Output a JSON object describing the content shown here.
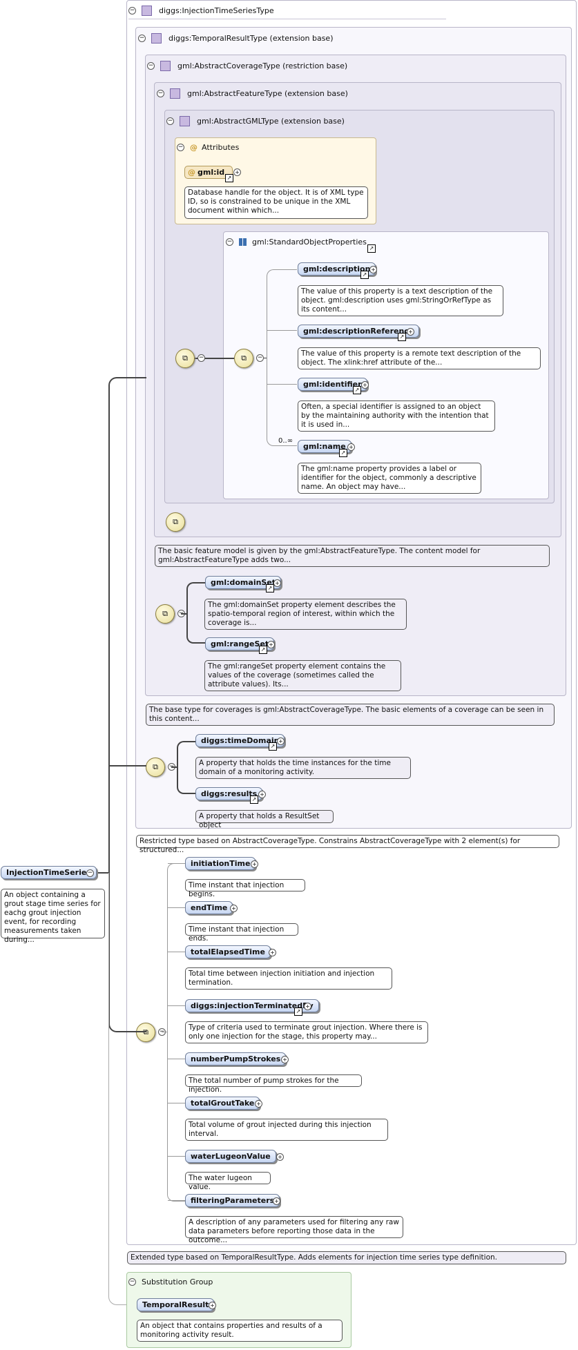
{
  "root": {
    "title": "diggs:InjectionTimeSeriesType",
    "element": "InjectionTimeSeries",
    "element_doc": "An object containing a grout stage time series for eachg grout injection event, for recording measurements taken during...",
    "footer": "Extended type based on TemporalResultType. Adds elements for injection time series type definition."
  },
  "temporal": {
    "title": "diggs:TemporalResultType (extension base)",
    "footer": "Restricted type based on AbstractCoverageType. Constrains AbstractCoverageType with 2 element(s) for structured...",
    "elements": [
      {
        "name": "diggs:timeDomain",
        "doc": "A property that holds the time instances for the time domain of a monitoring activity."
      },
      {
        "name": "diggs:results",
        "doc": "A property that holds a ResultSet object"
      }
    ]
  },
  "coverage": {
    "title": "gml:AbstractCoverageType (restriction base)",
    "footer": "The base type for coverages is gml:AbstractCoverageType. The basic elements of a coverage can be seen in this content...",
    "elements": [
      {
        "name": "gml:domainSet",
        "doc": "The gml:domainSet property element describes the spatio-temporal region of interest, within which the coverage is..."
      },
      {
        "name": "gml:rangeSet",
        "doc": "The gml:rangeSet property element contains the values of the coverage (sometimes called the attribute values). Its..."
      }
    ]
  },
  "feature": {
    "title": "gml:AbstractFeatureType (extension base)",
    "footer": "The basic feature model is given by the gml:AbstractFeatureType. The content model for gml:AbstractFeatureType adds two..."
  },
  "gmltype": {
    "title": "gml:AbstractGMLType (extension base)",
    "attributes_title": "Attributes",
    "attribute": {
      "name": "gml:id",
      "doc": "Database handle for the object. It is of XML type ID, so is constrained to be unique in the XML document within which..."
    },
    "group_title": "gml:StandardObjectProperties",
    "multiplicity": "0..∞",
    "group_elements": [
      {
        "name": "gml:description",
        "doc": "The value of this property is a text description of the object. gml:description uses gml:StringOrRefType as its content..."
      },
      {
        "name": "gml:descriptionReference",
        "doc": "The value of this property is a remote text description of the object. The xlink:href attribute of the..."
      },
      {
        "name": "gml:identifier",
        "doc": "Often, a special identifier is assigned to an object by the maintaining authority with the intention that it is used in..."
      },
      {
        "name": "gml:name",
        "doc": "The gml:name property provides a label or identifier for the object, commonly a descriptive name. An object may have..."
      }
    ]
  },
  "injection_elements": [
    {
      "name": "initiationTime",
      "doc": "Time instant that injection begins."
    },
    {
      "name": "endTime",
      "doc": "Time instant that injection ends."
    },
    {
      "name": "totalElapsedTime",
      "doc": "Total time between injection initiation and injection termination."
    },
    {
      "name": "diggs:injectionTerminatedBy",
      "doc": "Type of criteria used to terminate grout injection. Where there is only one injection for the stage, this property may..."
    },
    {
      "name": "numberPumpStrokes",
      "doc": "The total number of pump strokes for the injection."
    },
    {
      "name": "totalGroutTake",
      "doc": "Total volume of grout injected during this injection interval."
    },
    {
      "name": "waterLugeonValue",
      "doc": "The water lugeon value."
    },
    {
      "name": "filteringParameters",
      "doc": "A description of any parameters used for filtering any raw data parameters before reporting those data in the outcome..."
    }
  ],
  "substitution": {
    "title": "Substitution Group",
    "element": "TemporalResult",
    "doc": "An object that contains properties and results of a monitoring activity result."
  },
  "colors": {
    "element_fill": "#c6d6f2",
    "compositor": "#e9df9c",
    "attributes_panel": "#fff8e6",
    "substitution_panel": "#eef8ea"
  }
}
